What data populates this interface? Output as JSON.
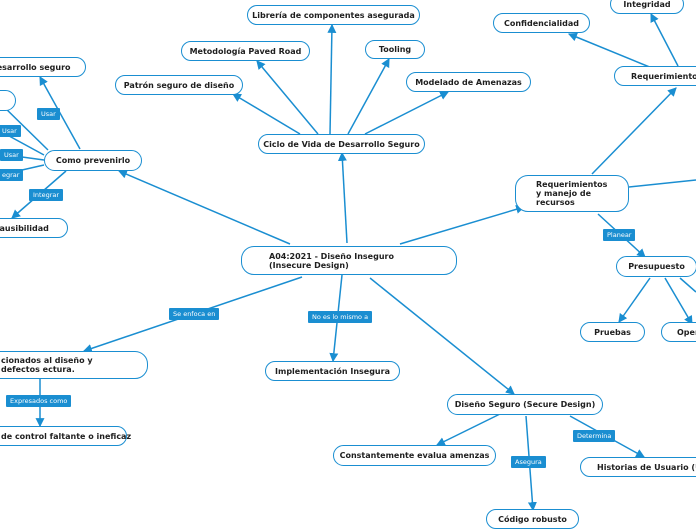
{
  "colors": {
    "line": "#1a8ed1",
    "label_bg": "#1a8ed1",
    "node_border": "#1a8ed1"
  },
  "nodes": {
    "central": "A04:2021 - Diseño Inseguro (Insecure Design)",
    "ciclo": "Ciclo de Vida de Desarrollo Seguro",
    "libreria": "Librería de componentes asegurada",
    "paved": "Metodología Paved Road",
    "tooling": "Tooling",
    "patron": "Patrón seguro de diseño",
    "amenazas": "Modelado de Amenazas",
    "prevenir": "Como prevenirlo",
    "desarrollo": "desarrollo seguro",
    "plausibilidad": "plausibilidad",
    "requerimientos": "Requerimientos y manejo de recursos",
    "req_top": "Requerimientos",
    "integridad": "Integridad",
    "confidencialidad": "Confidencialidad",
    "presupuesto": "Presupuesto",
    "pruebas": "Pruebas",
    "oper": "Oper",
    "relacionados": "cionados al diseño y defectos ectura.",
    "control": "de control faltante o ineficaz",
    "implementacion": "Implementación Insegura",
    "diseno_seguro": "Diseño Seguro (Secure Design)",
    "constantemente": "Constantemente evalua amenzas",
    "historias": "Historias de Usuario (Use",
    "codigo": "Código robusto"
  },
  "labels": {
    "usar1": "Usar",
    "usar2": "Usar",
    "usar3": "Usar",
    "integrar1": "egrar",
    "integrar2": "Integrar",
    "planear": "Planear",
    "enfoca": "Se enfoca en",
    "mismo": "No es lo mismo a",
    "expresados": "Expresados como",
    "determina": "Determina",
    "asegura": "Asegura"
  }
}
